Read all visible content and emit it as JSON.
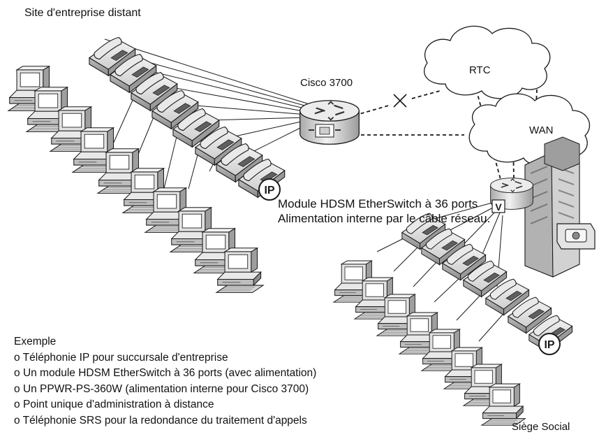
{
  "remote_site_title": "Site d'entreprise distant",
  "router_label": "Cisco 3700",
  "clouds": {
    "rtc": "RTC",
    "wan": "WAN"
  },
  "module": {
    "line1": "Module HDSM EtherSwitch à 36 ports",
    "line2": "Alimentation interne par le câble réseau."
  },
  "ip_badge": "IP",
  "voice_badge": "V",
  "example": {
    "title": "Exemple",
    "items": [
      "Téléphonie IP pour succursale d'entreprise",
      "Un module HDSM EtherSwitch à 36 ports (avec alimentation)",
      "Un PPWR-PS-360W (alimentation interne pour Cisco 3700)",
      "Point unique d'administration à distance",
      "Téléphonie SRS pour la redondance du traitement d'appels"
    ]
  },
  "hq_label": "Siège Social",
  "colors": {
    "device_light": "#e6e6e6",
    "device_mid": "#bdbdbd",
    "device_dark": "#6c6c6c",
    "outline": "#1a1a1a"
  }
}
